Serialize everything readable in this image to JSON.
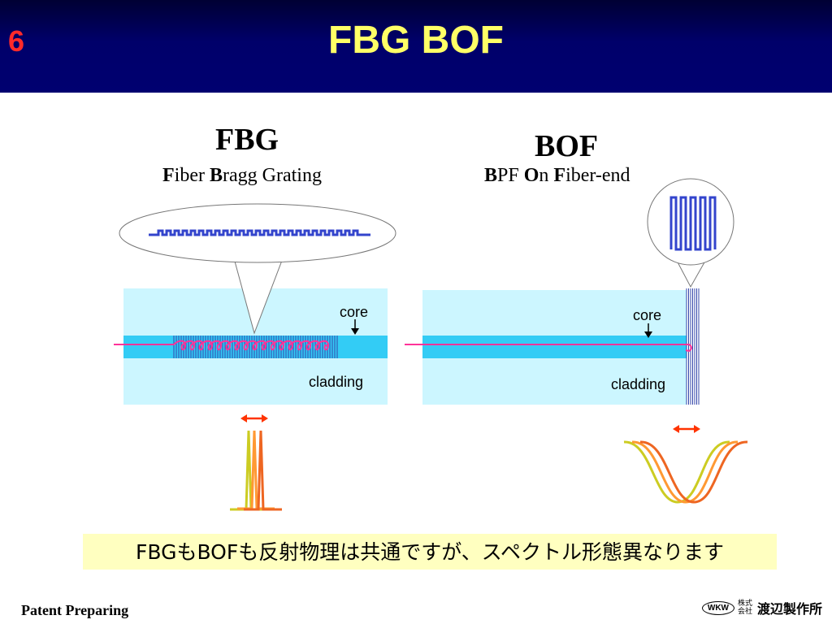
{
  "slide": {
    "number": "6",
    "title": "FBG BOF"
  },
  "fbg": {
    "title": "FBG",
    "subtitle": [
      {
        "bold": "F",
        "rest": "iber "
      },
      {
        "bold": "B",
        "rest": "ragg Grating"
      }
    ],
    "core_label": "core",
    "cladding_label": "cladding"
  },
  "bof": {
    "title": "BOF",
    "subtitle": [
      {
        "bold": "B",
        "rest": "PF "
      },
      {
        "bold": "O",
        "rest": "n "
      },
      {
        "bold": "F",
        "rest": "iber-end"
      }
    ],
    "core_label": "core",
    "cladding_label": "cladding"
  },
  "banner_text": "FBGもBOFも反射物理は共通ですが、スペクトル形態異なります",
  "footer": {
    "left_text": "Patent Preparing",
    "logo_badge": "WKW",
    "logo_kabu": "株式会社",
    "logo_name": "渡辺製作所"
  },
  "colors": {
    "header_bg": "#00006a",
    "title_color": "#ffff66",
    "slide_num_color": "#ff2a2a",
    "cladding": "#ccf6ff",
    "core": "#33ccf5",
    "grating": "#3344aa",
    "light_path": "#ff3399",
    "arrow": "#ff3300",
    "spectrum": [
      "#cccc22",
      "#ff9933",
      "#ee6622"
    ],
    "banner_bg": "#ffffc0"
  }
}
